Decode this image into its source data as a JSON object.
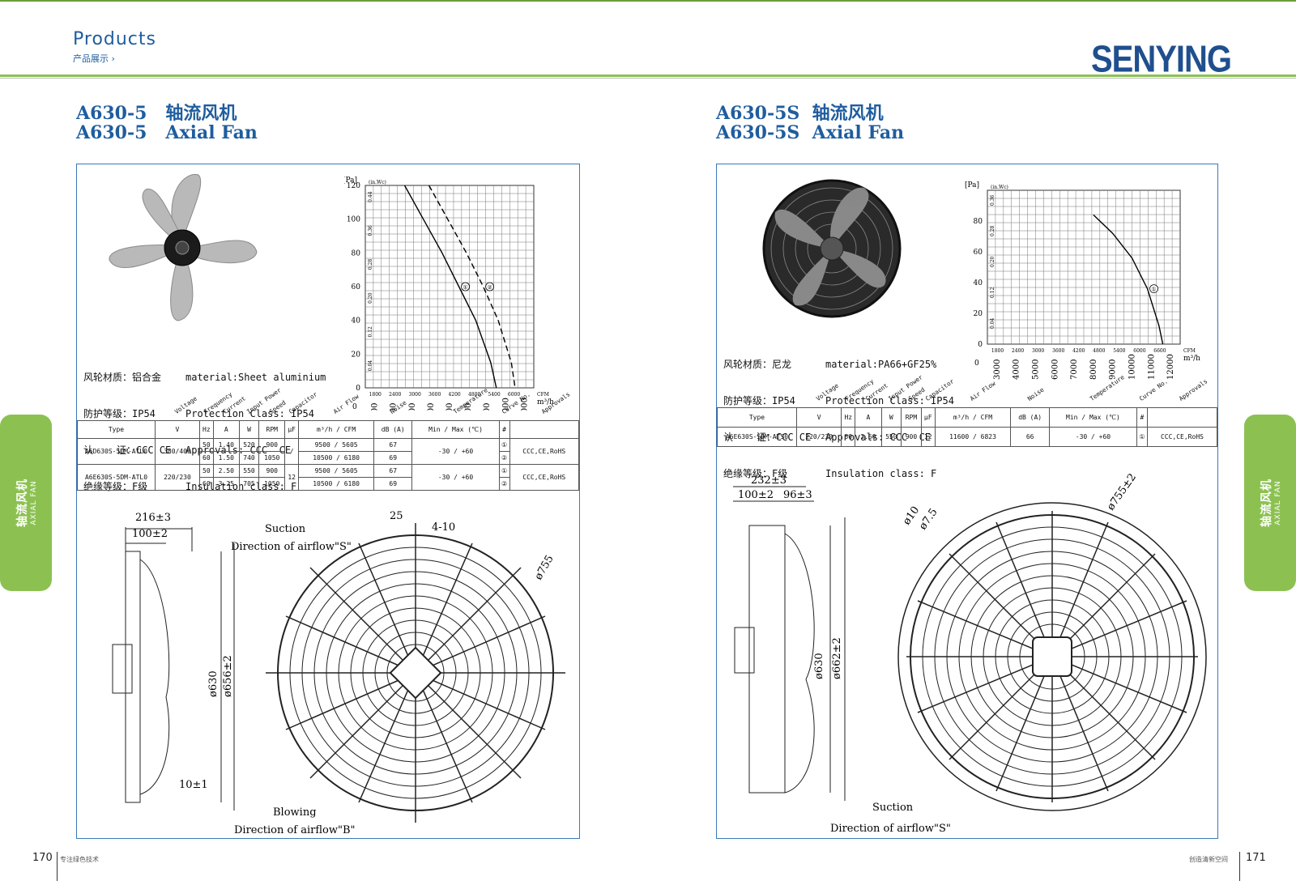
{
  "header": {
    "products": "Products",
    "products_zh": "产品展示 ›",
    "brand": "SENYING"
  },
  "side_tab": {
    "zh": "轴流风机",
    "en": "AXIAL FAN"
  },
  "footer": {
    "left_page": "170",
    "left_text": "专注绿色技术",
    "right_page": "171",
    "right_text": "创造清新空间"
  },
  "left": {
    "title_zh": "A630-5   轴流风机",
    "title_en": "A630-5   Axial Fan",
    "spec_zh": [
      "风轮材质：铝合金",
      "防护等级：IP54",
      "认    证：CCC CE",
      "绝缘等级：F级"
    ],
    "spec_en": [
      "material:Sheet aluminium",
      "Protection Class: IP54",
      "Approvals: CCC  CE",
      "Insulation class: F"
    ],
    "table": {
      "header_rot": [
        "Voltage",
        "Frequency",
        "Current",
        "Input Power",
        "Speed",
        "Capacitor",
        "Air Flow",
        "Noise",
        "Temperature",
        "Curve No.",
        "Approvals"
      ],
      "header_units": [
        "Type",
        "V",
        "Hz",
        "A",
        "W",
        "RPM",
        "μF",
        "m³/h / CFM",
        "dB (A)",
        "Min / Max (℃)",
        "#",
        ""
      ],
      "rows": [
        {
          "type": "A6D630S-5DM-ATL0",
          "v": "380/400",
          "hz": [
            "50",
            "60"
          ],
          "a": [
            "1.40",
            "1.50"
          ],
          "w": [
            "520",
            "740"
          ],
          "rpm": [
            "900",
            "1050"
          ],
          "uf": "/",
          "flow": [
            "9500 / 5605",
            "10500 / 6180"
          ],
          "db": [
            "67",
            "69"
          ],
          "temp": "-30 / +60",
          "curve": [
            "①",
            "②"
          ],
          "appr": "CCC,CE,RoHS"
        },
        {
          "type": "A6E630S-5DM-ATL0",
          "v": "220/230",
          "hz": [
            "50",
            "60"
          ],
          "a": [
            "2.50",
            "3.25"
          ],
          "w": [
            "550",
            "705"
          ],
          "rpm": [
            "900",
            "1050"
          ],
          "uf": "12",
          "flow": [
            "9500 / 5605",
            "10500 / 6180"
          ],
          "db": [
            "67",
            "69"
          ],
          "temp": "-30 / +60",
          "curve": [
            "①",
            "②"
          ],
          "appr": "CCC,CE,RoHS"
        }
      ]
    },
    "dims": {
      "d216": "216±3",
      "d100": "100±2",
      "d25": "25",
      "d410": "4-10",
      "suction": "Suction",
      "airflow_s": "Direction of airflow\"S\"",
      "blowing": "Blowing",
      "airflow_b": "Direction of airflow\"B\"",
      "d630": "ø630",
      "d656": "ø656±2",
      "d755": "ø755",
      "d10": "10±1"
    }
  },
  "right": {
    "title_zh": "A630-5S  轴流风机",
    "title_en": "A630-5S  Axial Fan",
    "spec_zh": [
      "风轮材质：尼龙",
      "防护等级：IP54",
      "认    证：CCC CE",
      "绝缘等级：F级"
    ],
    "spec_en": [
      "material:PA66+GF25%",
      "Protection Class: IP54",
      "Approvals: CCC  CE",
      "Insulation class: F"
    ],
    "table": {
      "header_rot": [
        "Voltage",
        "Frequency",
        "Current",
        "Input Power",
        "Speed",
        "Capacitor",
        "Air Flow",
        "Noise",
        "Temperature",
        "Curve No.",
        "Approvals"
      ],
      "header_units": [
        "Type",
        "V",
        "Hz",
        "A",
        "W",
        "RPM",
        "μF",
        "m³/h / CFM",
        "dB (A)",
        "Min / Max (℃)",
        "#",
        ""
      ],
      "row": {
        "type": "A6E630S-5DM-ATS0",
        "v": "220/230",
        "hz": "50",
        "a": "2.60",
        "w": "550",
        "rpm": "900",
        "uf": "12",
        "flow": "11600 / 6823",
        "db": "66",
        "temp": "-30 / +60",
        "curve": "①",
        "appr": "CCC,CE,RoHS"
      }
    },
    "dims": {
      "d232": "232±3",
      "d100": "100±2",
      "d96": "96±3",
      "d10": "ø10",
      "d75": "ø7.5",
      "d755": "ø755±2",
      "d630": "ø630",
      "d662": "ø662±2",
      "suction": "Suction",
      "airflow_s": "Direction of airflow\"S\""
    }
  },
  "chart_data": [
    {
      "type": "line",
      "ylabel": "[Pa]",
      "y2label": "(in.Wc)",
      "yticks": [
        0,
        20,
        40,
        60,
        80,
        100,
        120
      ],
      "ylim": [
        0,
        120
      ],
      "x_cfm_ticks": [
        1800,
        2400,
        3000,
        3600,
        4200,
        4800,
        5400,
        6000
      ],
      "x_cfm_label": "CFM",
      "x_m3h_ticks": [
        3000,
        4000,
        5000,
        6000,
        7000,
        8000,
        9000,
        10000,
        11000
      ],
      "x_m3h_label": "m³/h",
      "y2_ticks": [
        "0.04",
        "0.12",
        "0.20",
        "0.28",
        "0.36",
        "0.44"
      ],
      "series": [
        {
          "name": "①",
          "style": "solid",
          "x": [
            4600,
            5600,
            6600,
            7500,
            8400,
            9200,
            9500
          ],
          "y": [
            120,
            100,
            80,
            60,
            40,
            15,
            0
          ]
        },
        {
          "name": "②",
          "style": "dashed",
          "x": [
            5900,
            6900,
            7900,
            8800,
            9600,
            10300,
            10500
          ],
          "y": [
            120,
            100,
            80,
            60,
            40,
            15,
            0
          ]
        }
      ]
    },
    {
      "type": "line",
      "ylabel": "[Pa]",
      "y2label": "(in.Wc)",
      "yticks": [
        0,
        20,
        40,
        60,
        80
      ],
      "ylim": [
        0,
        100
      ],
      "x_cfm_ticks": [
        1800,
        2400,
        3000,
        3600,
        4200,
        4800,
        5400,
        6000,
        6600
      ],
      "x_cfm_label": "CFM",
      "x_m3h_ticks": [
        3000,
        4000,
        5000,
        6000,
        7000,
        8000,
        9000,
        10000,
        11000,
        12000
      ],
      "x_m3h_label": "m³/h",
      "y2_ticks": [
        "0.04",
        "0.12",
        "0.20",
        "0.28",
        "0.36"
      ],
      "series": [
        {
          "name": "①",
          "style": "solid",
          "x": [
            8000,
            9000,
            10000,
            10800,
            11400,
            11600
          ],
          "y": [
            84,
            72,
            56,
            36,
            12,
            0
          ]
        }
      ]
    }
  ]
}
